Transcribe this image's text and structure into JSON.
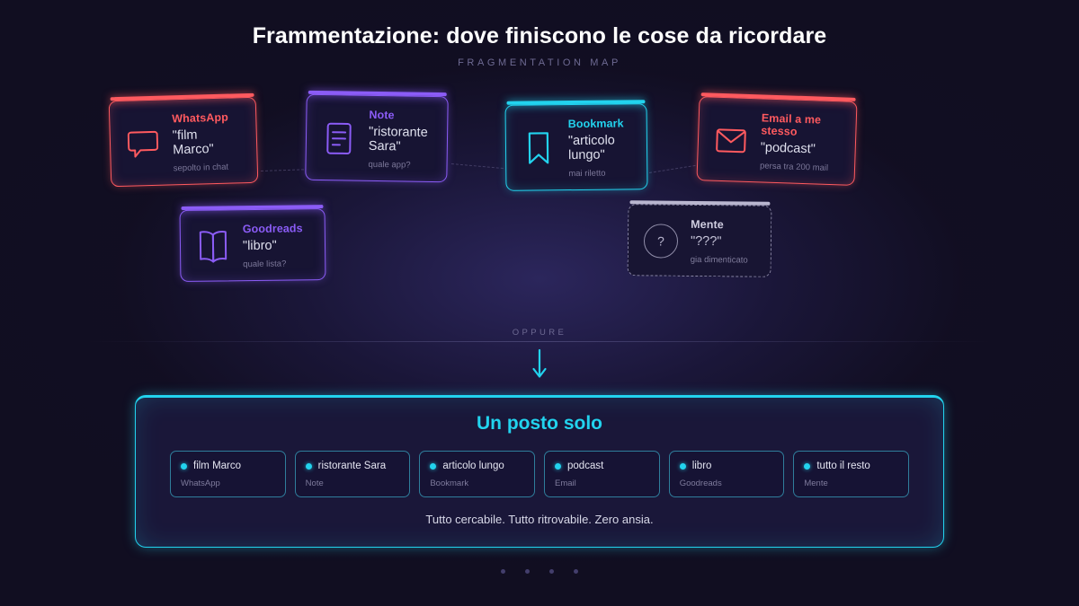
{
  "header": {
    "title": "Frammentazione: dove finiscono le cose da ricordare",
    "subtitle": "FRAGMENTATION MAP"
  },
  "cards": [
    {
      "id": "card-whatsapp",
      "icon": "chat-bubble-icon",
      "app": "WhatsApp",
      "item": "\"film Marco\"",
      "note": "sepolto in chat",
      "accent": "#ff5a5f"
    },
    {
      "id": "card-note",
      "icon": "note-document-icon",
      "app": "Note",
      "item": "\"ristorante Sara\"",
      "note": "quale app?",
      "accent": "#8b5cf6"
    },
    {
      "id": "card-bookmark",
      "icon": "bookmark-icon",
      "app": "Bookmark",
      "item": "\"articolo lungo\"",
      "note": "mai riletto",
      "accent": "#22d3ee"
    },
    {
      "id": "card-email",
      "icon": "envelope-icon",
      "app": "Email a me stesso",
      "item": "\"podcast\"",
      "note": "persa tra 200 mail",
      "accent": "#ff5a5f"
    },
    {
      "id": "card-goodreads",
      "icon": "open-book-icon",
      "app": "Goodreads",
      "item": "\"libro\"",
      "note": "quale lista?",
      "accent": "#8b5cf6"
    },
    {
      "id": "card-mente",
      "icon": "question-mark-icon",
      "app": "Mente",
      "item": "\"???\"",
      "note": "gia dimenticato",
      "accent": "#b9b6cf"
    }
  ],
  "divider": {
    "label": "OPPURE",
    "arrow_icon": "arrow-down-icon"
  },
  "panel": {
    "title": "Un posto solo",
    "caption": "Tutto cercabile. Tutto ritrovabile. Zero ansia.",
    "accent": "#22d3ee",
    "chips": [
      {
        "label": "film Marco",
        "source": "WhatsApp"
      },
      {
        "label": "ristorante Sara",
        "source": "Note"
      },
      {
        "label": "articolo lungo",
        "source": "Bookmark"
      },
      {
        "label": "podcast",
        "source": "Email"
      },
      {
        "label": "libro",
        "source": "Goodreads"
      },
      {
        "label": "tutto il resto",
        "source": "Mente"
      }
    ]
  },
  "pagination": {
    "count": 4
  }
}
